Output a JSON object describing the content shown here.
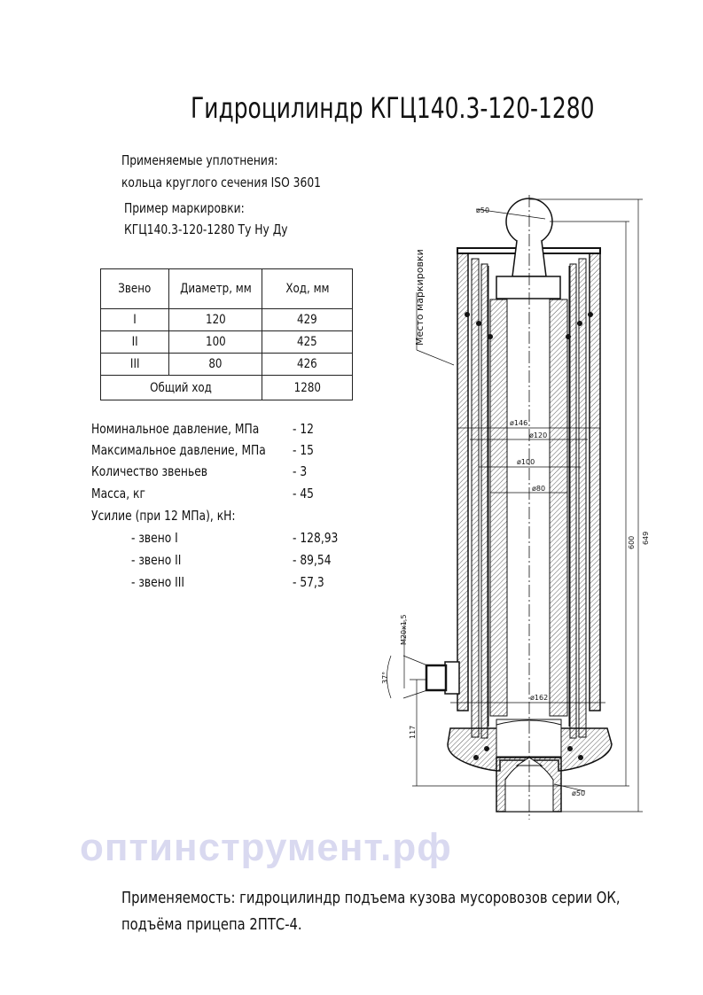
{
  "title": "Гидроцилиндр КГЦ140.3-120-1280",
  "notes": {
    "seals_label": "Применяемые уплотнения:",
    "seals_value": "кольца круглого сечения ISO 3601",
    "marking_label": "Пример маркировки:",
    "marking_value": "КГЦ140.3-120-1280 Ту Ну Ду"
  },
  "table": {
    "headers": [
      "Звено",
      "Диаметр, мм",
      "Ход, мм"
    ],
    "rows": [
      [
        "I",
        "120",
        "429"
      ],
      [
        "II",
        "100",
        "425"
      ],
      [
        "III",
        "80",
        "426"
      ]
    ],
    "total_label": "Общий ход",
    "total_value": "1280"
  },
  "specs": [
    {
      "label": "Номинальное давление, МПа",
      "value": "- 12"
    },
    {
      "label": "Максимальное давление, МПа",
      "value": "- 15"
    },
    {
      "label": "Количество звеньев",
      "value": "- 3"
    },
    {
      "label": "Масса, кг",
      "value": "- 45"
    },
    {
      "label": "Усилие (при 12 МПа), кН:",
      "value": ""
    },
    {
      "label": "- звено I",
      "value": "- 128,93"
    },
    {
      "label": "- звено II",
      "value": "- 89,54"
    },
    {
      "label": "- звено III",
      "value": "- 57,3"
    }
  ],
  "drawing": {
    "marking_place": "Место маркировки",
    "dims": {
      "ball": "ø50",
      "d146": "ø146",
      "d120": "ø120",
      "d100": "ø100",
      "d80": "ø80",
      "d162": "ø162",
      "lug": "ø50",
      "thread": "M20x1,5",
      "angle": "37°",
      "h117": "117",
      "h600": "600",
      "h649": "649"
    }
  },
  "watermark": "оптинструмент.рф",
  "applicability": {
    "line1": "Применяемость: гидроцилиндр подъема кузова мусоровозов серии ОК,",
    "line2": "подъёма прицепа 2ПТС-4."
  }
}
